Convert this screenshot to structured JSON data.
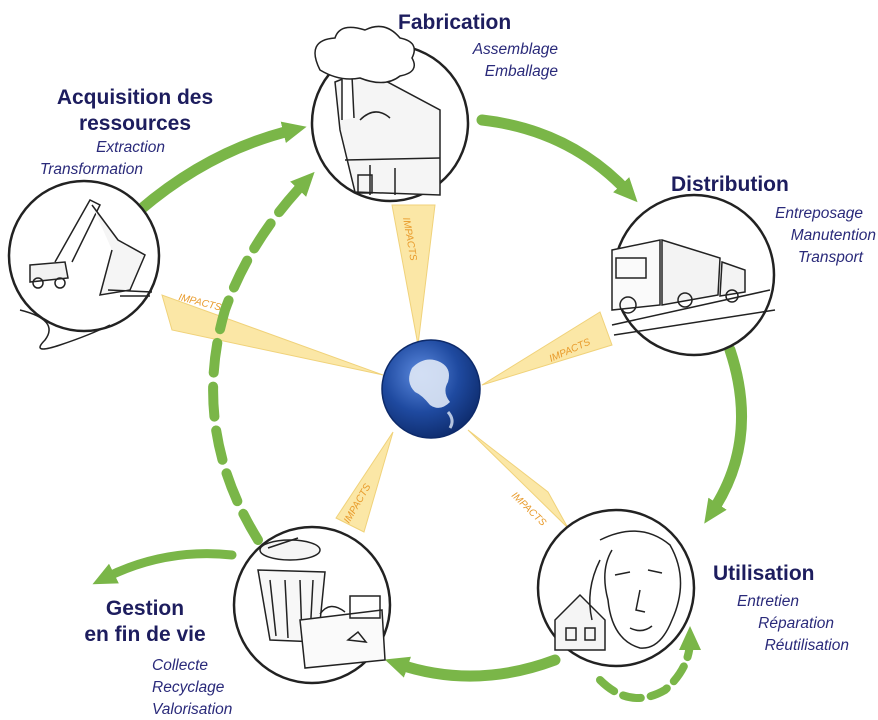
{
  "stages": {
    "fabrication": {
      "title": "Fabrication",
      "items": [
        "Assemblage",
        "Emballage"
      ]
    },
    "acquisition": {
      "title_lines": [
        "Acquisition des",
        "ressources"
      ],
      "items": [
        "Extraction",
        "Transformation"
      ]
    },
    "distribution": {
      "title": "Distribution",
      "items": [
        "Entreposage",
        "Manutention",
        "Transport"
      ]
    },
    "utilisation": {
      "title": "Utilisation",
      "items": [
        "Entretien",
        "Réparation",
        "Réutilisation"
      ]
    },
    "gestion": {
      "title_lines": [
        "Gestion",
        "en fin de vie"
      ],
      "items": [
        "Collecte",
        "Recyclage",
        "Valorisation"
      ]
    }
  },
  "impact_label": "IMPACTS",
  "colors": {
    "arrow_green": "#7ab648",
    "impact_fill": "#fbe7a6",
    "impact_text": "#e89a2a",
    "title_navy": "#1d1d5e",
    "subtitle_blue": "#2a2a7a",
    "globe_blue": "#1f4aa0"
  }
}
